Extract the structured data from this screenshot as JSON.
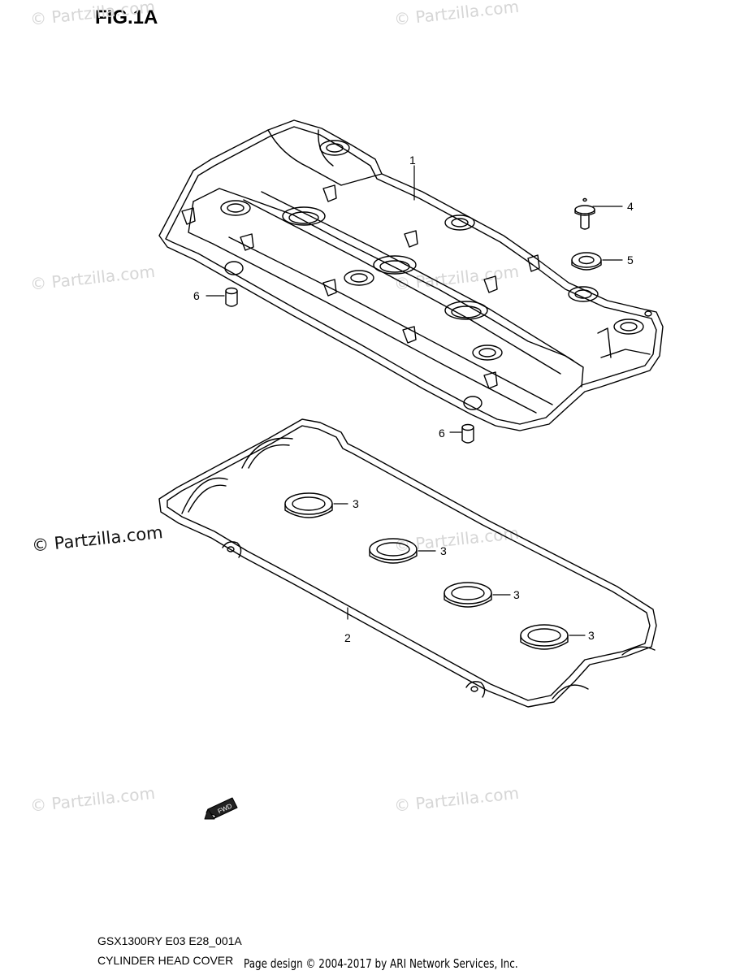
{
  "figure": {
    "title": "FIG.1A",
    "model_code": "GSX1300RY E03 E28_001A",
    "section_name": "CYLINDER HEAD COVER"
  },
  "watermark": {
    "text": "© Partzilla.com"
  },
  "credit": "Page design © 2004-2017 by ARI Network Services, Inc.",
  "fwd_label": "FWD",
  "callouts": {
    "c1": "1",
    "c2": "2",
    "c3a": "3",
    "c3b": "3",
    "c3c": "3",
    "c3d": "3",
    "c4": "4",
    "c5": "5",
    "c6a": "6",
    "c6b": "6"
  }
}
